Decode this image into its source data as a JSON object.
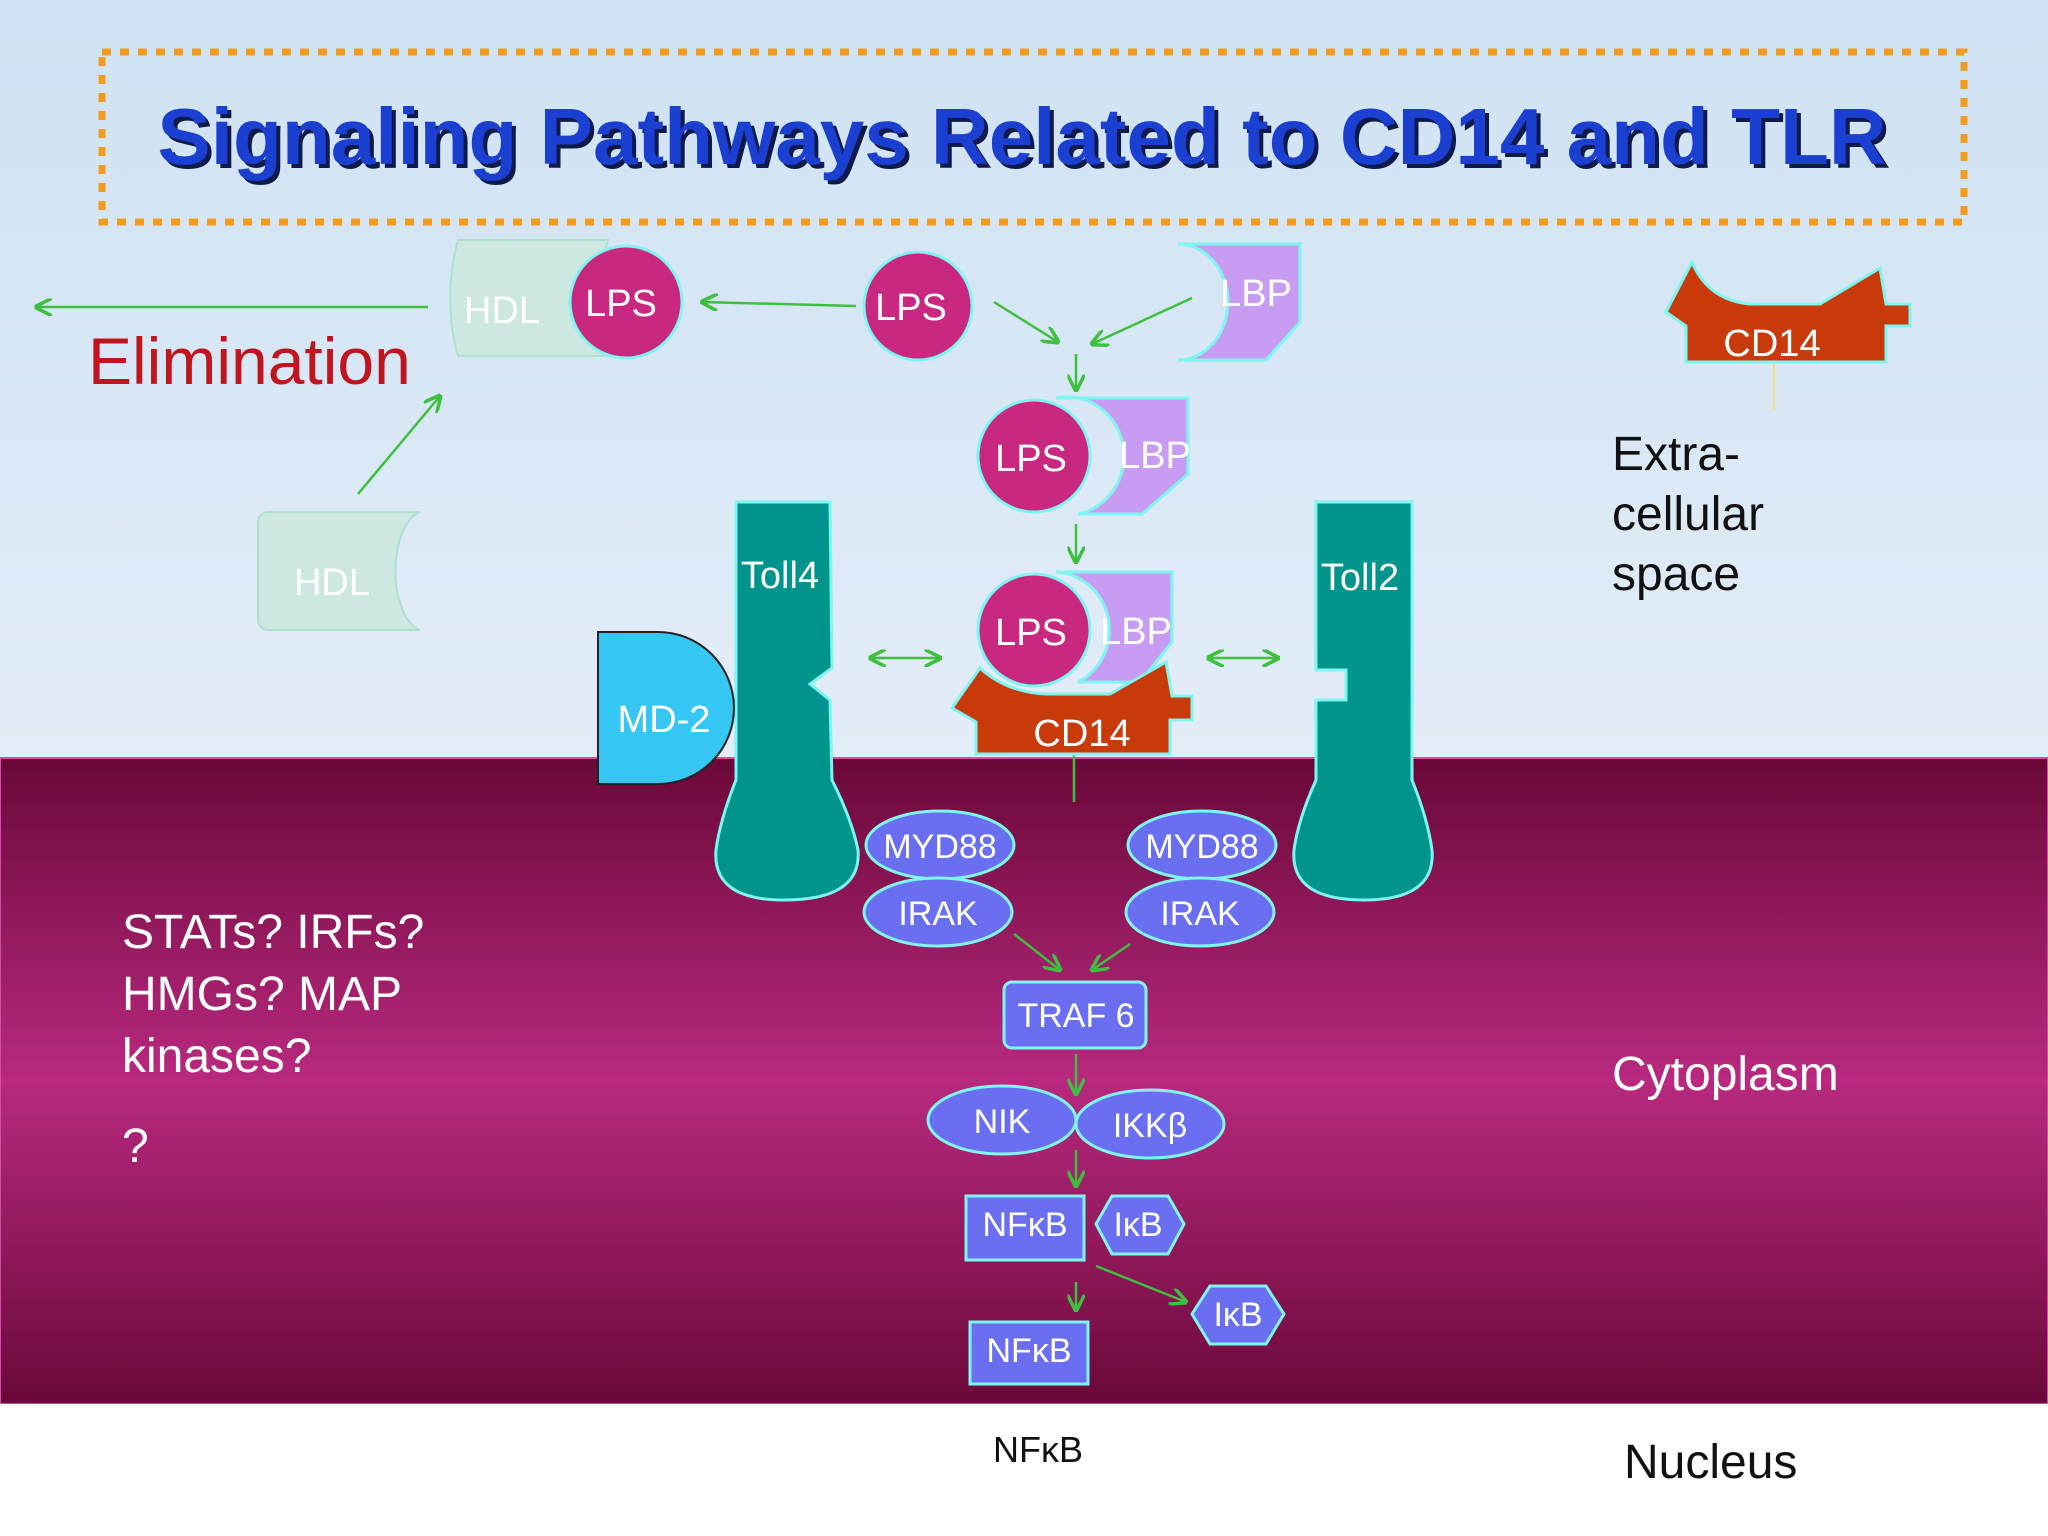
{
  "title": "Signaling Pathways Related to CD14 and TLR",
  "regions": {
    "extracellular": "Extra-\ncellular\nspace",
    "cytoplasm": "Cytoplasm",
    "nucleus": "Nucleus"
  },
  "elimination": "Elimination",
  "question_text": "STATs? IRFs?\nHMGs? MAP\nkinases?",
  "question_mark": "?",
  "molecules": {
    "hdl": "HDL",
    "lps": "LPS",
    "lbp": "LBP",
    "cd14": "CD14",
    "md2": "MD-2",
    "toll4": "Toll4",
    "toll2": "Toll2",
    "myd88": "MYD88",
    "irak": "IRAK",
    "traf6": "TRAF 6",
    "nik": "NIK",
    "ikkb": "IKKβ",
    "nfkb": "NFκB",
    "ikb": "IκB"
  },
  "colors": {
    "title": "#1a3fd1",
    "title_box": "#f29b1e",
    "lps": "#c8287f",
    "lbp": "#c89cf2",
    "cd14": "#c83a0a",
    "hdl": "#cde8e0",
    "toll": "#00948c",
    "md2": "#36c6f4",
    "protein": "#6a6ef0",
    "arrow": "#3fbf3f",
    "elimination": "#c0141e",
    "cytoplasm_dark": "#6a0838",
    "cytoplasm_light": "#b8297f",
    "outline": "#7ff5f0"
  }
}
